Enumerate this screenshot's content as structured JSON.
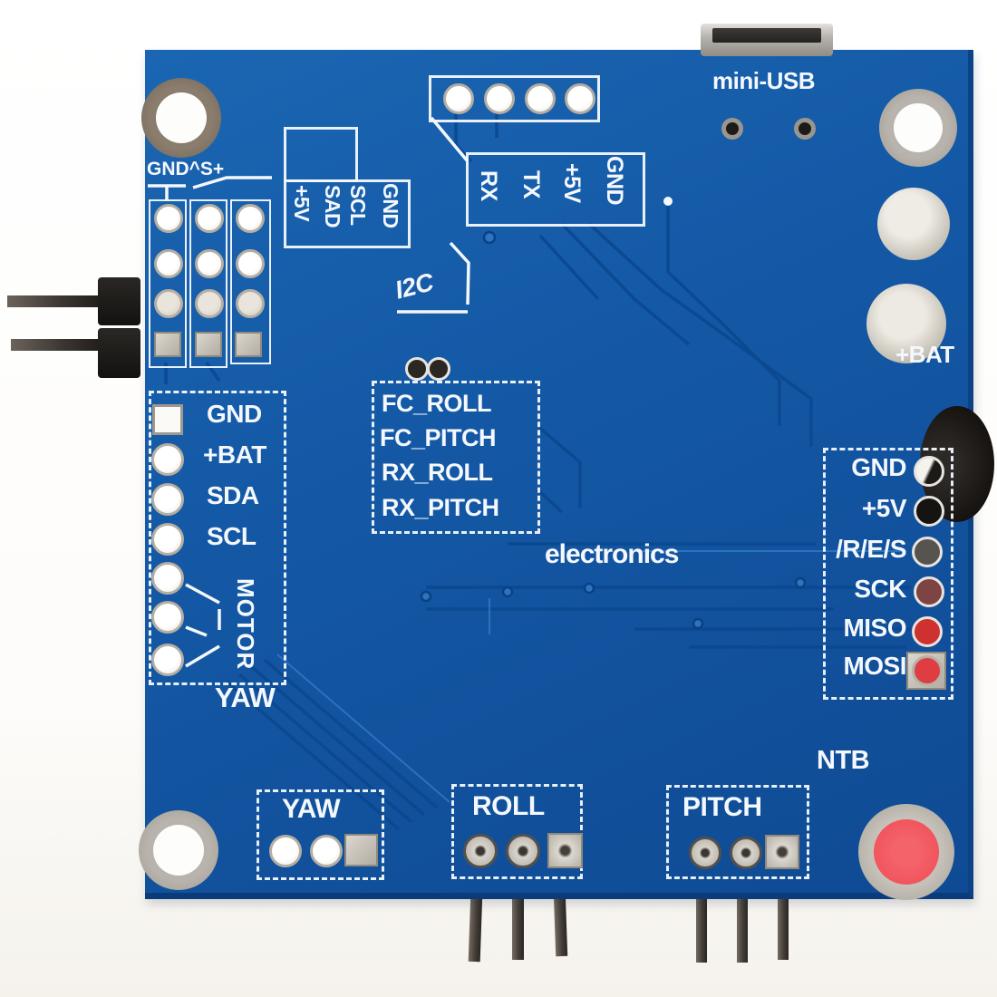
{
  "board_title": "flight-controller-pcb",
  "colors": {
    "pcb_blue": "#1459a6",
    "pcb_trace_dark": "#0b4890",
    "silkscreen": "#f4f8fd",
    "pad_silver": "#c8c4bb",
    "hole_red": "#f2545b",
    "hole_black": "#1a1816",
    "component_black": "#17140f"
  },
  "top_left": {
    "corner_label": "GND^S+",
    "i2c_port_labels": [
      "+5V",
      "SAD",
      "SCL",
      "GND"
    ]
  },
  "i2c_label": "I2C",
  "serial_port_labels": [
    "RX",
    "TX",
    "+5V",
    "GND"
  ],
  "usb": {
    "label": "mini-USB"
  },
  "battery_label": "+BAT",
  "fc_block": {
    "lines": [
      "FC_ROLL",
      "FC_PITCH",
      "RX_ROLL",
      "RX_PITCH"
    ]
  },
  "left_header": {
    "pin_labels": [
      "GND",
      "+BAT",
      "SDA",
      "SCL"
    ],
    "motor_label": "MOTOR",
    "yaw_label": "YAW"
  },
  "right_header": {
    "pin_labels": [
      "GND",
      "+5V",
      "/R/E/S",
      "SCK",
      "MISO",
      "MOSI"
    ]
  },
  "brand_label": "electronics",
  "bottom": {
    "yaw_label": "YAW",
    "roll_label": "ROLL",
    "pitch_label": "PITCH",
    "ntb_label": "NTB"
  }
}
